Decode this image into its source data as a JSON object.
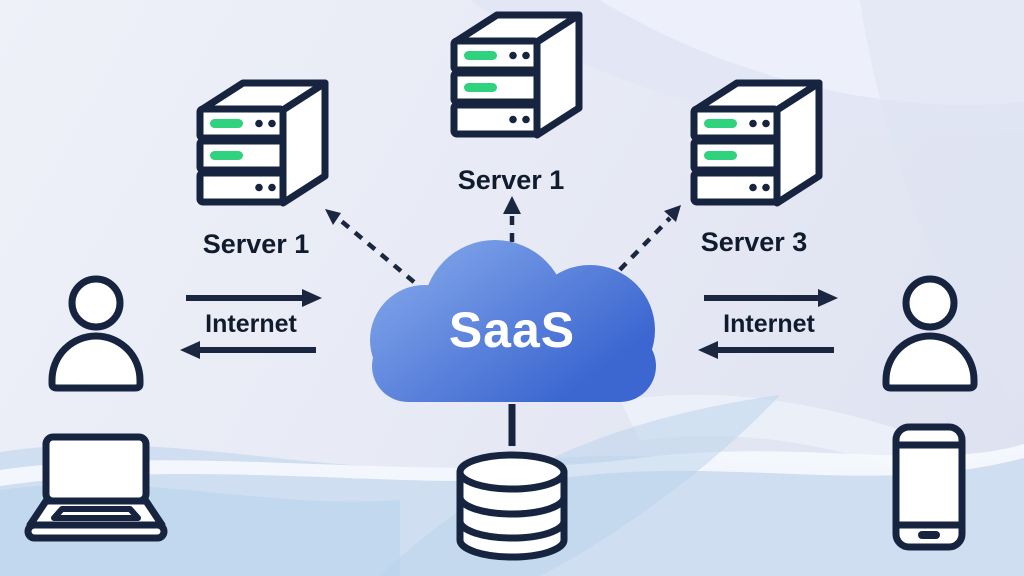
{
  "colors": {
    "cloud_gradient_top": "#7fa3e9",
    "cloud_gradient_bottom": "#3c67d0",
    "icon_outline": "#16243f",
    "led_green": "#2fd27d",
    "label_text": "#111b2e",
    "cloud_label_text": "#ffffff"
  },
  "diagram": {
    "cloud_label": "SaaS",
    "servers": [
      {
        "label": "Server 1"
      },
      {
        "label": "Server 1"
      },
      {
        "label": "Server 3"
      }
    ],
    "left_link_label": "Internet",
    "right_link_label": "Internet",
    "icons": [
      "server-icon",
      "cloud-icon",
      "person-icon",
      "laptop-icon",
      "smartphone-icon",
      "database-icon",
      "arrow-icon",
      "dashed-arrow-icon"
    ]
  }
}
